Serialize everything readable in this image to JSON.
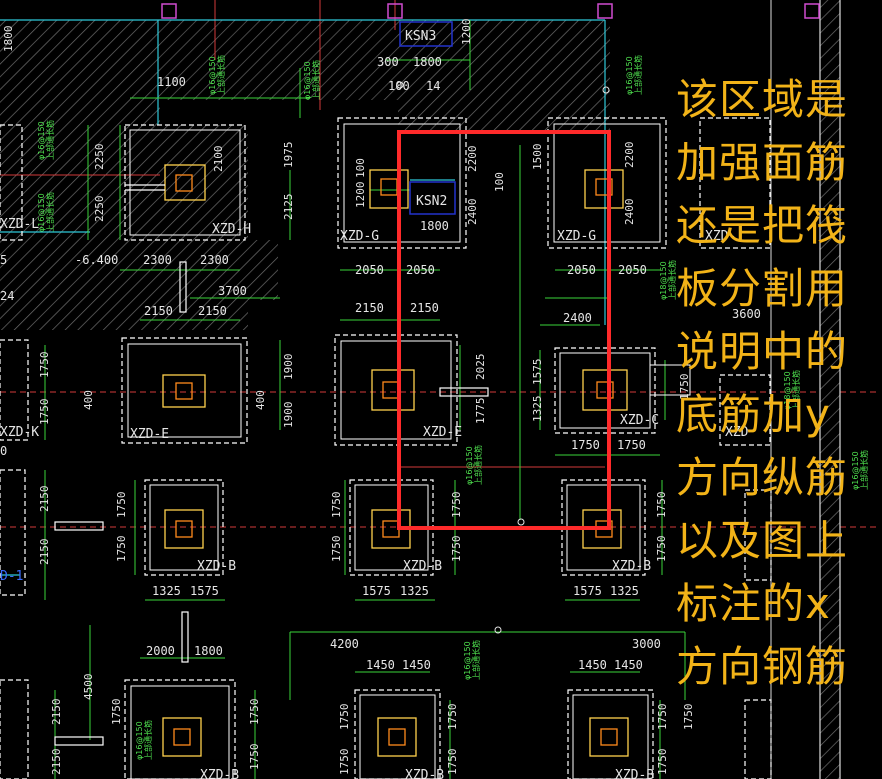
{
  "annotation": {
    "lines": [
      "该区域是",
      "加强面筋",
      "还是把筏",
      "板分割用",
      "说明中的",
      "底筋加y",
      "方向纵筋",
      "以及图上",
      "标注的x",
      "方向钢筋"
    ],
    "color": "#f2b318"
  },
  "colors": {
    "background": "#000000",
    "wall": "#ffffff",
    "cap_outline": "#ffffff",
    "column": "#ffd24d",
    "dimension_line": "#3ad43a",
    "axis_line": "#d23a3a",
    "slab_edge": "#2ec8d8",
    "highlight_box": "#ff2a2a",
    "keyword_box": "#2233cc"
  },
  "top_labels": {
    "d1800_left": "1800",
    "d1100": "1100",
    "d300": "300",
    "d1800_top": "1800",
    "d100_top": "100",
    "d14": "14",
    "ksn_top": "KSN3",
    "d1200_top": "1200"
  },
  "ksn_mid": "KSN2",
  "dims": {
    "r1_2250a": "2250",
    "r1_2100a": "2100",
    "r1_1975": "1975",
    "r1_2125": "2125",
    "r1_2250b": "2250",
    "r1_1200": "1200",
    "r1_100a": "100",
    "r1_1800": "1800",
    "r1_2200a": "2200",
    "r1_2400a": "2400",
    "r1_100b": "100",
    "r1_1500": "1500",
    "r1_2200b": "2200",
    "r1_2400b": "2400",
    "m_6400": "-6.400",
    "m_2300a": "2300",
    "m_2300b": "2300",
    "m_5": "5",
    "m_2050a": "2050",
    "m_2050b": "2050",
    "m_2050c": "2050",
    "m_2050d": "2050",
    "m_3700": "3700",
    "m_24": "24",
    "m_3600": "3600",
    "m_2150a": "2150",
    "m_2150b": "2150",
    "m_2150c": "2150",
    "m_2150d": "2150",
    "m_2400": "2400",
    "r2_1750a": "1750",
    "r2_1750b": "1750",
    "r2_400a": "400",
    "r2_400b": "400",
    "r2_1900a": "1900",
    "r2_1900b": "1900",
    "r2_2025": "2025",
    "r2_1775": "1775",
    "r2_1575": "1575",
    "r2_1325": "1325",
    "r2_1750c": "1750",
    "r2_1750d": "1750",
    "r2_1750e": "1750",
    "r2_0": "0",
    "r3_2150a": "2150",
    "r3_2150b": "2150",
    "r3_1750a": "1750",
    "r3_1750b": "1750",
    "r3_1750c": "1750",
    "r3_1750d": "1750",
    "r3_1750e": "1750",
    "r3_1750f": "1750",
    "r3_1325a": "1325",
    "r3_1575a": "1575",
    "r3_1575b": "1575",
    "r3_1325b": "1325",
    "r3_1575c": "1575",
    "r3_1325c": "1325",
    "r3_1750g": "1750",
    "r3_1750h": "1750",
    "r4_4200": "4200",
    "r4_3000": "3000",
    "r4_2000": "2000",
    "r4_1800": "1800",
    "r4_1450a": "1450",
    "r4_1450b": "1450",
    "r4_1450c": "1450",
    "r4_1450d": "1450",
    "r4_4500": "4500",
    "r4_2150a": "2150",
    "r4_2150b": "2150",
    "r4_1750a": "1750",
    "r4_1750b": "1750",
    "r4_1750c": "1750",
    "r4_1750d": "1750",
    "r4_1750e": "1750",
    "r4_1750f": "1750",
    "r4_1750g": "1750",
    "r4_1750h": "1750",
    "r4_1750i": "1750",
    "r4_1750j": "1750"
  },
  "caps": {
    "xzd_h": "XZD-H",
    "xzd_l": "XZD-L",
    "xzd_g1": "XZD-G",
    "xzd_g2": "XZD-G",
    "xzd_right_top": "XZD-",
    "xzd_e1": "XZD-E",
    "xzd_e2": "XZD-E",
    "xzd_c": "XZD-C",
    "xzd_right_mid": "XZD",
    "xzd_k": "XZD-K",
    "xzd_b1": "XZD-B",
    "xzd_b2": "XZD-B",
    "xzd_b3": "XZD-B",
    "xzd_bottom1": "XZD-B",
    "xzd_bottom2": "XZD-B",
    "xzd_bottom3": "XZD-B",
    "xzd_left_small": "D-1"
  },
  "rebar": {
    "r1": "φ16@150",
    "r1b": "上部通长筋",
    "r2": "φ16@150",
    "r2b": "上部通长筋",
    "r3": "φ16@150",
    "r3b": "上部通长筋",
    "r4": "φ16@150",
    "r4b": "上部通长筋",
    "r5": "φ16@150",
    "r5b": "上部通长筋",
    "r6": "φ18@150",
    "r6b": "上部通长筋",
    "r7": "φ16@150",
    "r7b": "上部通长筋",
    "r8": "φ16@150",
    "r8b": "上部通长筋",
    "r9": "φ16@150",
    "r9b": "上部通长筋",
    "r10": "φ16@150",
    "r10b": "上部通长筋",
    "r11": "φ18@150",
    "r11b": "上部通长筋"
  }
}
